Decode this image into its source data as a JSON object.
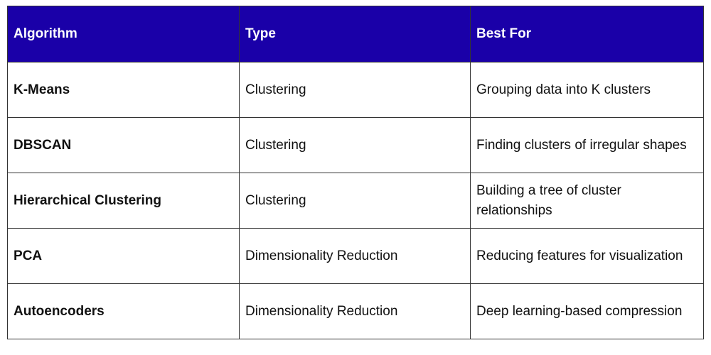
{
  "header_color": "#1a00a8",
  "headers": [
    "Algorithm",
    "Type",
    "Best For"
  ],
  "rows": [
    {
      "algorithm": "K-Means",
      "type": "Clustering",
      "best_for": "Grouping data into K clusters"
    },
    {
      "algorithm": "DBSCAN",
      "type": "Clustering",
      "best_for": "Finding clusters of irregular shapes"
    },
    {
      "algorithm": "Hierarchical Clustering",
      "type": "Clustering",
      "best_for": "Building a tree of cluster relationships"
    },
    {
      "algorithm": "PCA",
      "type": "Dimensionality Reduction",
      "best_for": "Reducing features for visualization"
    },
    {
      "algorithm": "Autoencoders",
      "type": "Dimensionality Reduction",
      "best_for": "Deep learning-based compression"
    }
  ]
}
